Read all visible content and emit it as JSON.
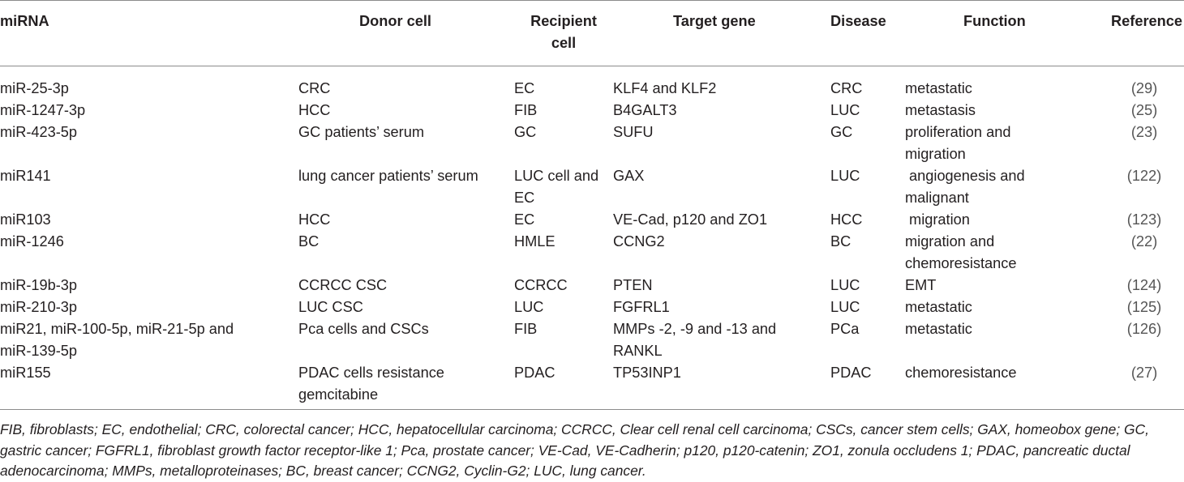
{
  "table": {
    "headers": {
      "mirna": "miRNA",
      "donor": "Donor cell",
      "recipient_line1": "Recipient",
      "recipient_line2": "cell",
      "target": "Target gene",
      "disease": "Disease",
      "function": "Function",
      "reference": "Reference"
    },
    "rows": [
      {
        "mirna": [
          "miR-25-3p"
        ],
        "donor": [
          "CRC"
        ],
        "recipient": [
          "EC"
        ],
        "target": [
          "KLF4 and KLF2"
        ],
        "disease": "CRC",
        "function": [
          "metastatic"
        ],
        "reference": "(29)"
      },
      {
        "mirna": [
          "miR-1247-3p"
        ],
        "donor": [
          "HCC"
        ],
        "recipient": [
          "FIB"
        ],
        "target": [
          "B4GALT3"
        ],
        "disease": "LUC",
        "function": [
          "metastasis"
        ],
        "reference": "(25)"
      },
      {
        "mirna": [
          "miR-423-5p"
        ],
        "donor": [
          "GC patients’ serum"
        ],
        "recipient": [
          "GC"
        ],
        "target": [
          "SUFU"
        ],
        "disease": "GC",
        "function": [
          "proliferation and",
          "migration"
        ],
        "reference": "(23)"
      },
      {
        "mirna": [
          "miR141"
        ],
        "donor": [
          "lung cancer patients’ serum"
        ],
        "recipient": [
          "LUC cell and",
          "EC"
        ],
        "target": [
          "GAX"
        ],
        "disease": "LUC",
        "function": [
          " angiogenesis and",
          "malignant"
        ],
        "reference": "(122)"
      },
      {
        "mirna": [
          "miR103"
        ],
        "donor": [
          "HCC"
        ],
        "recipient": [
          "EC"
        ],
        "target": [
          "VE-Cad, p120 and ZO1"
        ],
        "disease": "HCC",
        "function": [
          " migration"
        ],
        "reference": "(123)"
      },
      {
        "mirna": [
          "miR-1246"
        ],
        "donor": [
          "BC"
        ],
        "recipient": [
          "HMLE"
        ],
        "target": [
          "CCNG2"
        ],
        "disease": "BC",
        "function": [
          "migration and",
          "chemoresistance"
        ],
        "reference": "(22)"
      },
      {
        "mirna": [
          "miR-19b-3p"
        ],
        "donor": [
          "CCRCC CSC"
        ],
        "recipient": [
          "CCRCC"
        ],
        "target": [
          "PTEN"
        ],
        "disease": "LUC",
        "function": [
          "EMT"
        ],
        "reference": "(124)"
      },
      {
        "mirna": [
          "miR-210-3p"
        ],
        "donor": [
          "LUC CSC"
        ],
        "recipient": [
          "LUC"
        ],
        "target": [
          "FGFRL1"
        ],
        "disease": "LUC",
        "function": [
          "metastatic"
        ],
        "reference": "(125)"
      },
      {
        "mirna": [
          "miR21, miR-100-5p, miR-21-5p and",
          "miR-139-5p"
        ],
        "donor": [
          "Pca cells and CSCs"
        ],
        "recipient": [
          "FIB"
        ],
        "target": [
          "MMPs -2, -9 and -13 and",
          "RANKL"
        ],
        "disease": "PCa",
        "function": [
          "metastatic"
        ],
        "reference": "(126)"
      },
      {
        "mirna": [
          "miR155"
        ],
        "donor": [
          "PDAC cells resistance",
          "gemcitabine"
        ],
        "recipient": [
          "PDAC"
        ],
        "target": [
          "TP53INP1"
        ],
        "disease": "PDAC",
        "function": [
          "chemoresistance"
        ],
        "reference": "(27)"
      }
    ]
  },
  "footnote": {
    "lines": [
      "FIB, fibroblasts; EC, endothelial; CRC, colorectal cancer; HCC, hepatocellular carcinoma; CCRCC, Clear cell renal cell carcinoma; CSCs, cancer stem cells; GAX, homeobox gene; GC,",
      "gastric cancer; FGFRL1, fibroblast growth factor receptor-like 1; Pca, prostate cancer; VE-Cad, VE-Cadherin; p120, p120-catenin; ZO1, zonula occludens 1; PDAC, pancreatic ductal",
      "adenocarcinoma; MMPs, metalloproteinases; BC, breast cancer; CCNG2, Cyclin-G2; LUC, lung cancer."
    ]
  }
}
